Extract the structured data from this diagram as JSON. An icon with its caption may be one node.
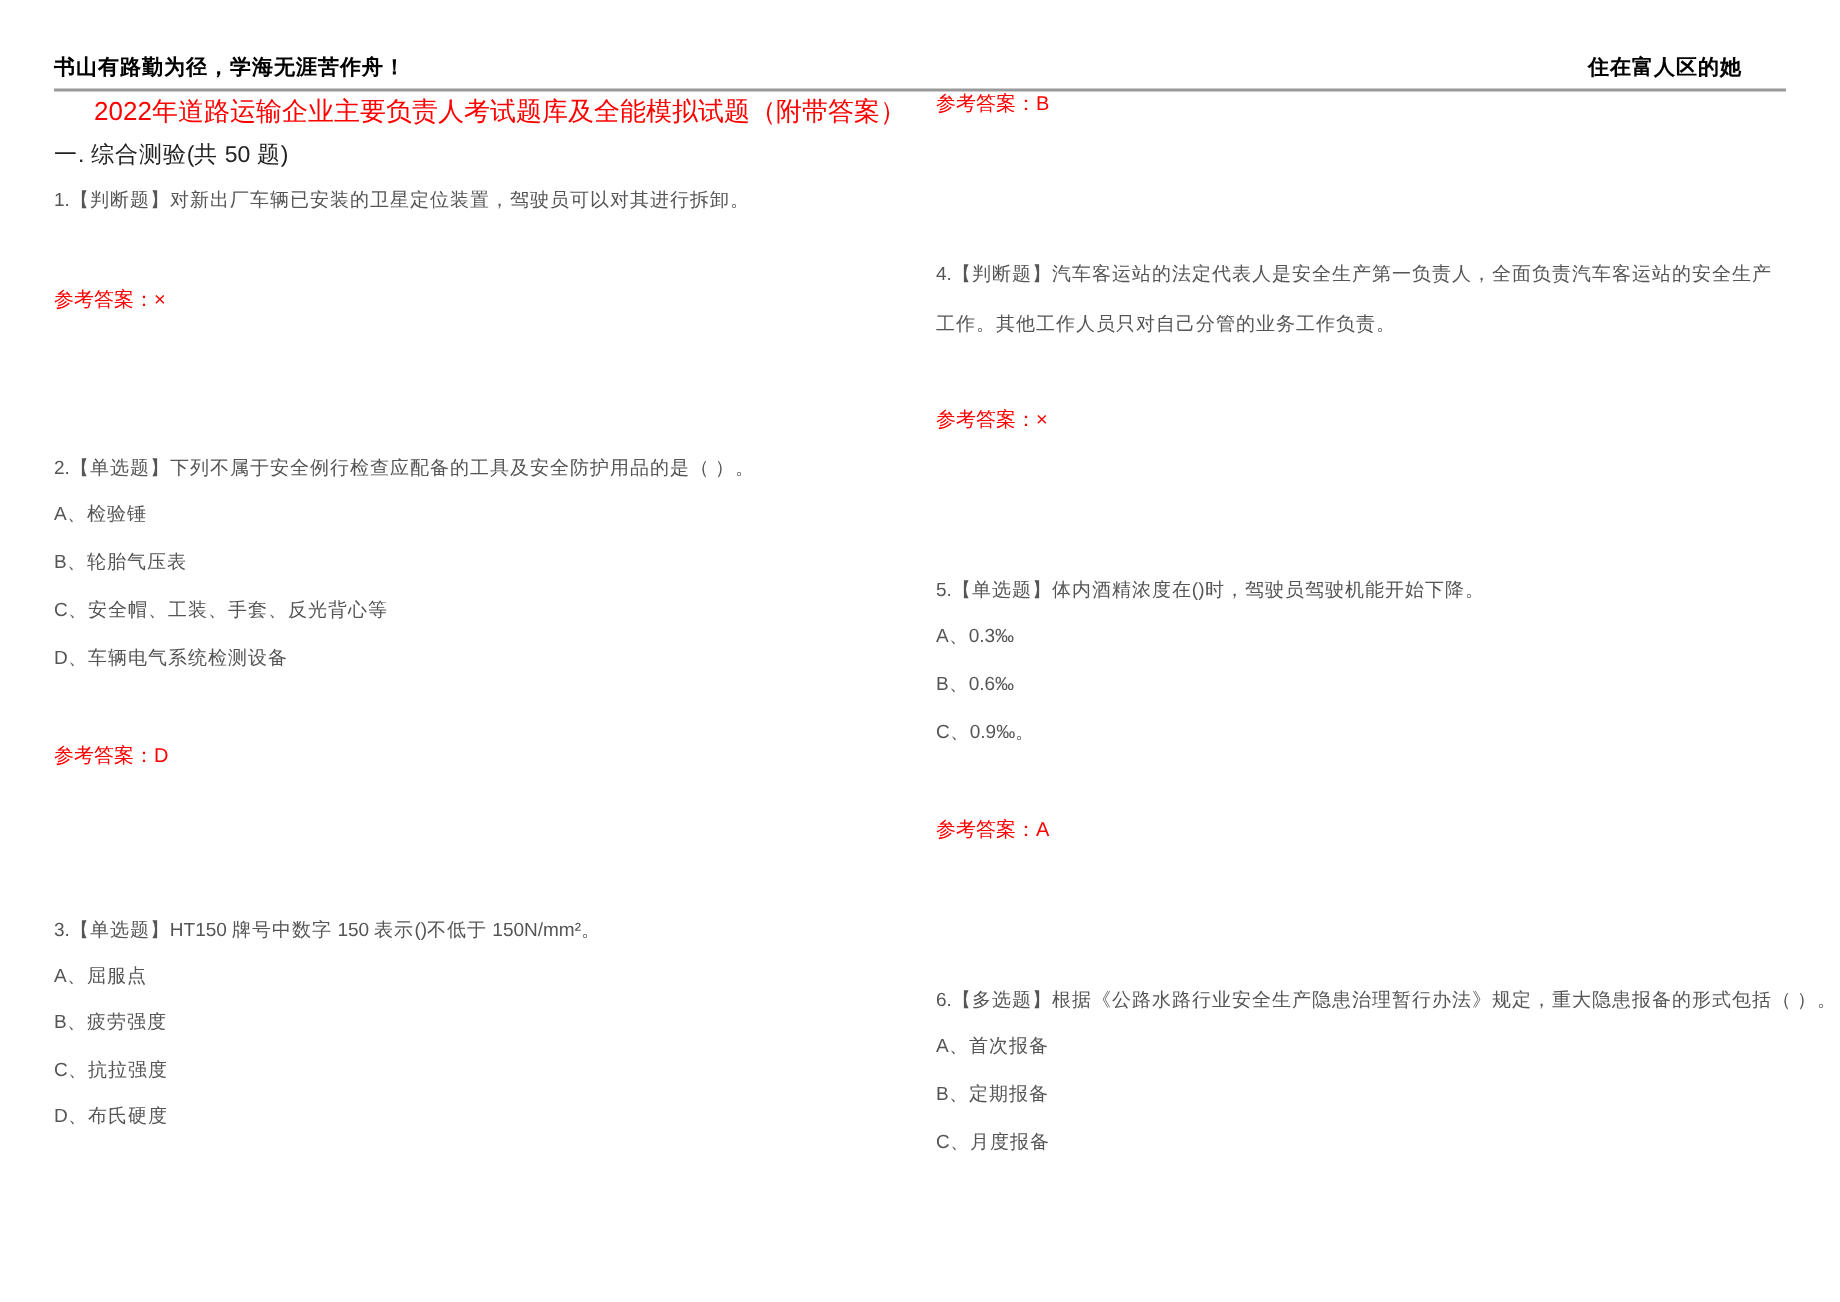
{
  "diagram": {
    "title": "2022年道路运输企业主要负责人考试题库及全能模拟试题（附带答案）",
    "labels": [
      "书山有路勤为径，学海无涯苦作舟！",
      "住在富人区的她",
      "一. 综合测验(共 50 题)",
      "1.【判断题】对新出厂车辆已安装的卫星定位装置，驾驶员可以对其进行拆卸。",
      "参考答案：×",
      "2.【单选题】下列不属于安全例行检查应配备的工具及安全防护用品的是（ ）。",
      "A、检验锤",
      "B、轮胎气压表",
      "C、安全帽、工装、手套、反光背心等",
      "D、车辆电气系统检测设备",
      "参考答案：D",
      "3.【单选题】HT150 牌号中数字 150 表示()不低于 150N/mm²。",
      "A、屈服点",
      "B、疲劳强度",
      "C、抗拉强度",
      "D、布氏硬度",
      "参考答案：B",
      "4.【判断题】汽车客运站的法定代表人是安全生产第一负责人，全面负责汽车客运站的安全生产工作。其他工作人员只对自己分管的业务工作负责。",
      "参考答案：×",
      "5.【单选题】体内酒精浓度在()时，驾驶员驾驶机能开始下降。",
      "A、0.3‰",
      "B、0.6‰",
      "C、0.9‰。",
      "参考答案：A",
      "6.【多选题】根据《公路水路行业安全生产隐患治理暂行办法》规定，重大隐患报备的形式包括（ ）。",
      "A、首次报备",
      "B、定期报备",
      "C、月度报备"
    ]
  }
}
